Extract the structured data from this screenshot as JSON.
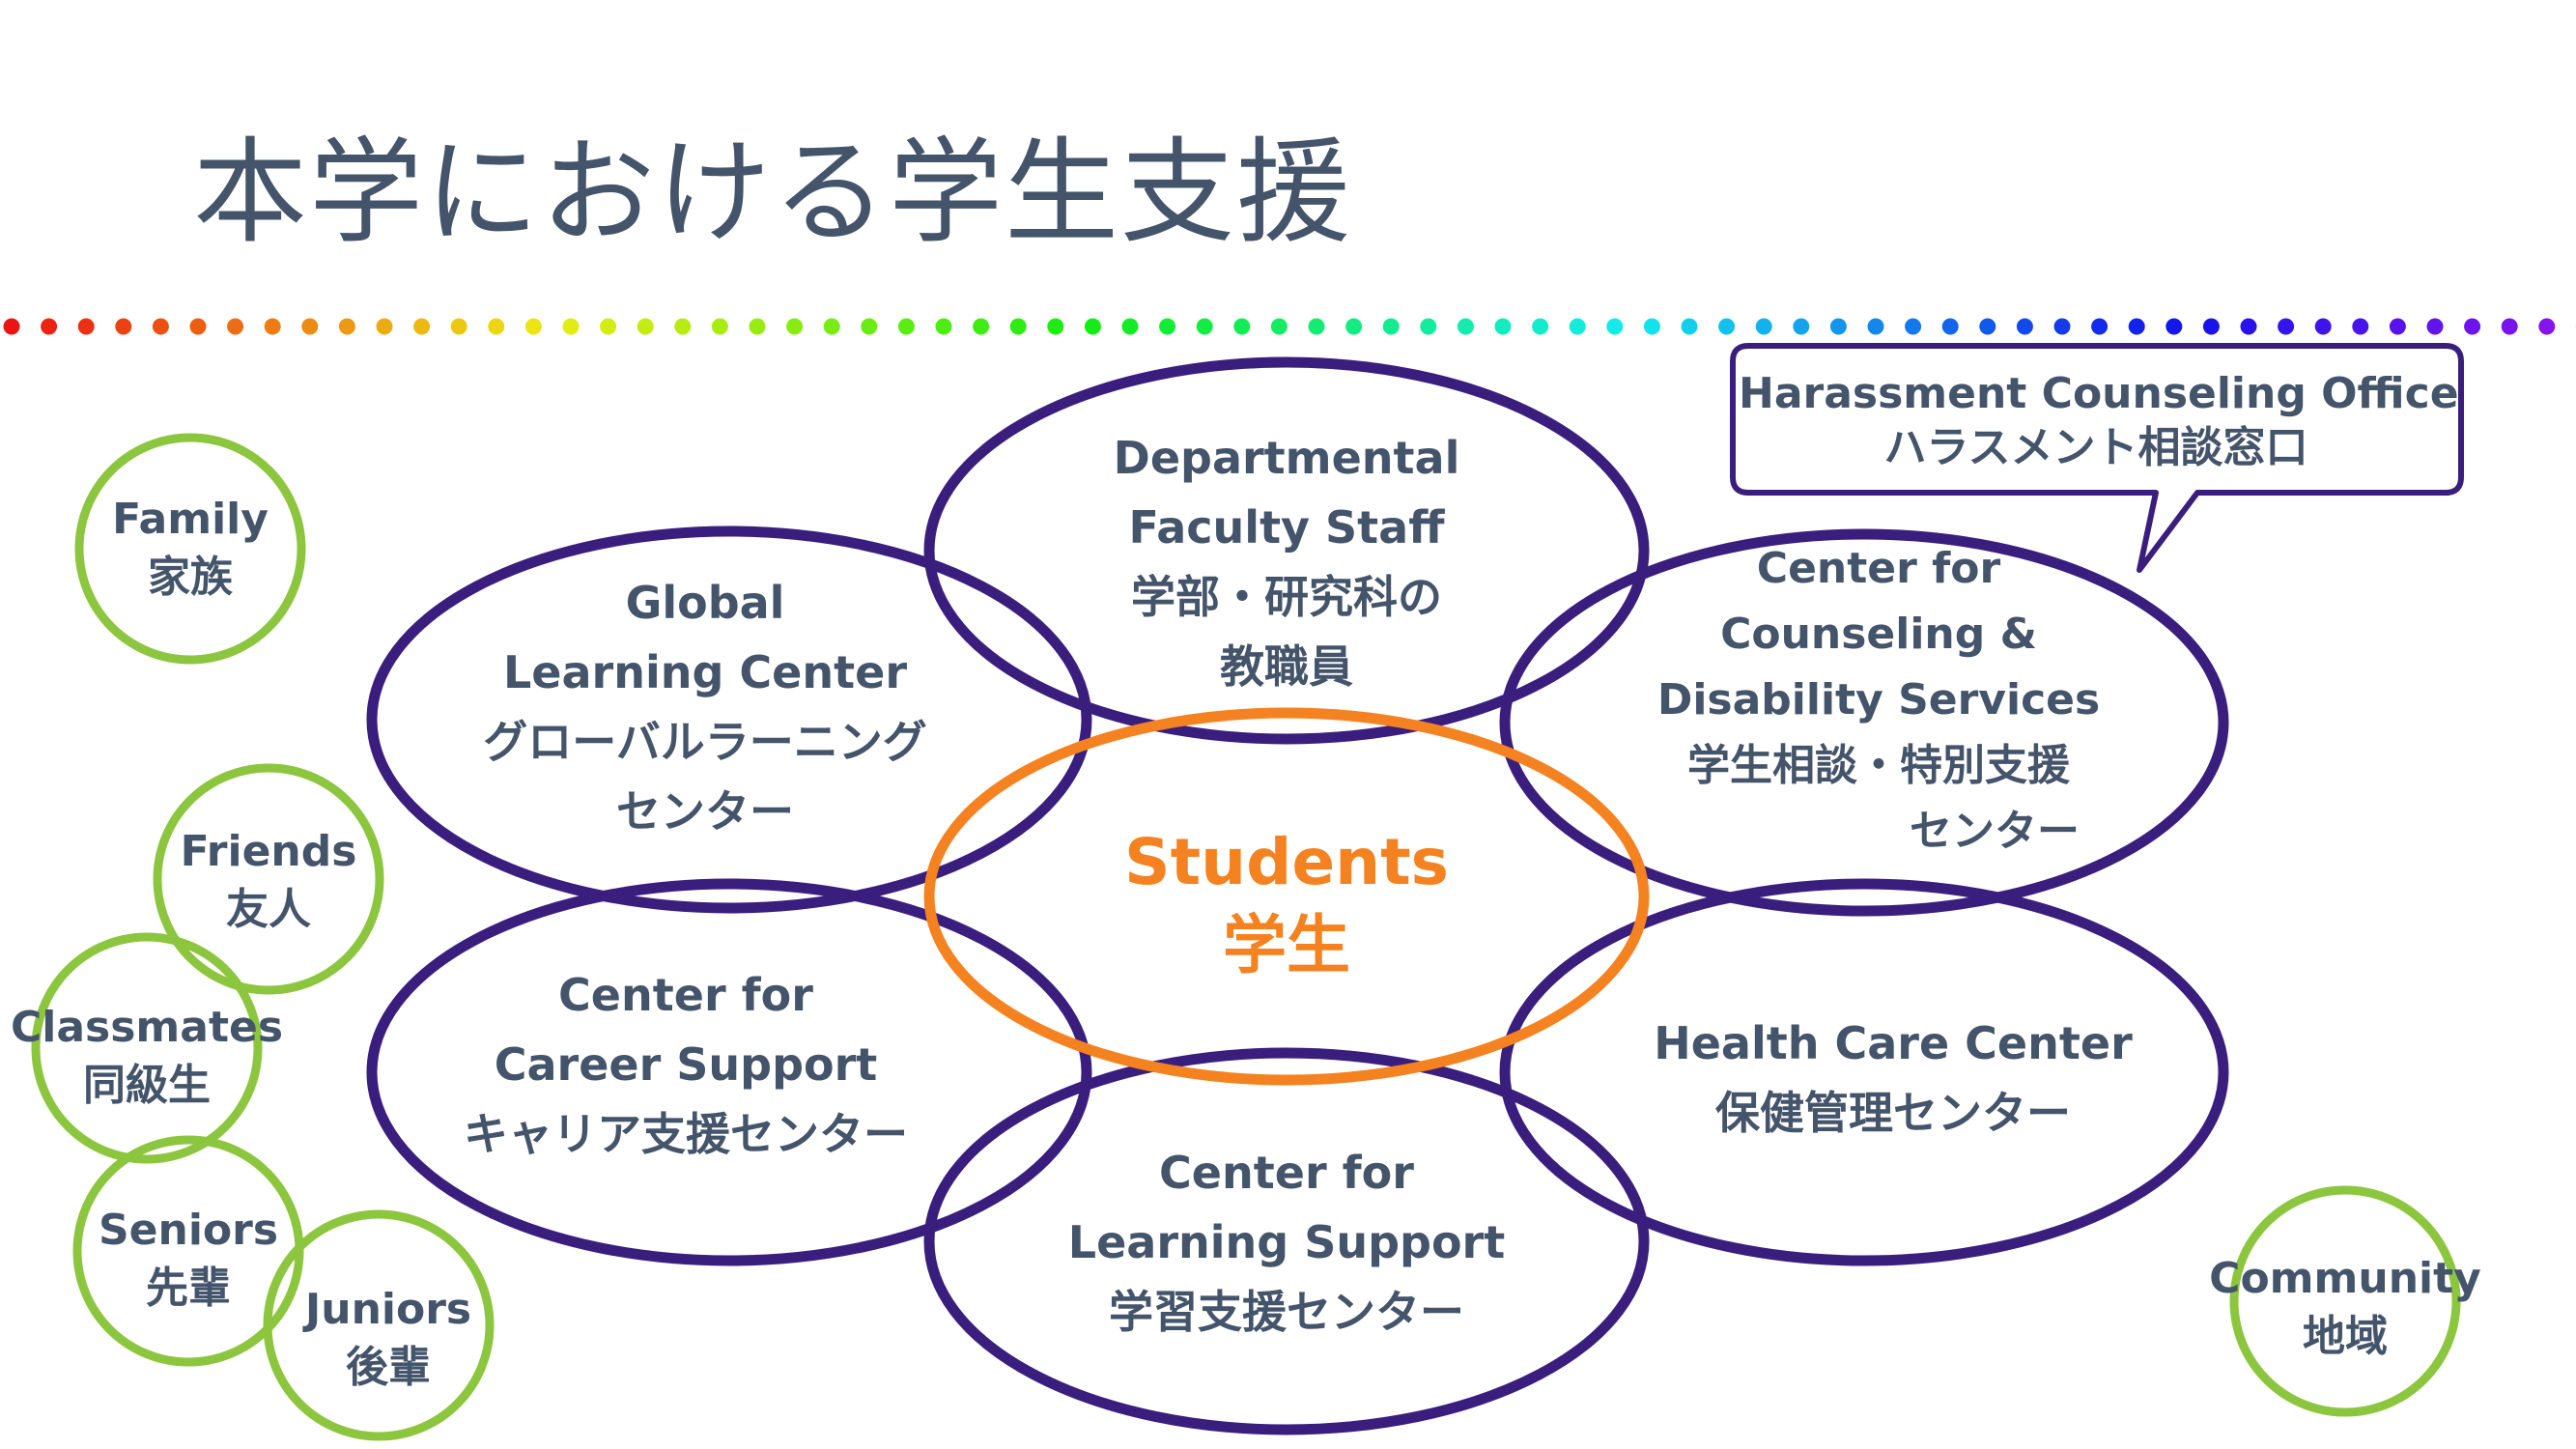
{
  "slide": {
    "title": "本学における学生支援"
  },
  "colors": {
    "ring_stroke": "#3a1e7d",
    "center_stroke": "#f58220",
    "support_stroke": "#8cc63f",
    "text": "#44546a",
    "center_text": "#f58220"
  },
  "center": {
    "en": "Students",
    "ja": "学生"
  },
  "rings": {
    "departmental": {
      "line1": "Departmental",
      "line2": "Faculty Staff",
      "line3": "学部・研究科の",
      "line4": "教職員"
    },
    "global": {
      "line1": "Global",
      "line2": "Learning Center",
      "line3": "グローバルラーニング",
      "line4": "センター"
    },
    "counseling": {
      "line1": "Center for",
      "line2": "Counseling &",
      "line3": "Disability Services",
      "line4": "学生相談・特別支援",
      "line5": "センター"
    },
    "career": {
      "line1": "Center for",
      "line2": "Career Support",
      "line3": "キャリア支援センター"
    },
    "health": {
      "line1": "Health Care Center",
      "line2": "保健管理センター"
    },
    "learning": {
      "line1": "Center for",
      "line2": "Learning Support",
      "line3": "学習支援センター"
    }
  },
  "callout": {
    "line1": "Harassment Counseling Office",
    "line2": "ハラスメント相談窓口"
  },
  "supporters": {
    "family": {
      "en": "Family",
      "ja": "家族"
    },
    "friends": {
      "en": "Friends",
      "ja": "友人"
    },
    "classmates": {
      "en": "Classmates",
      "ja": "同級生"
    },
    "seniors": {
      "en": "Seniors",
      "ja": "先輩"
    },
    "juniors": {
      "en": "Juniors",
      "ja": "後輩"
    },
    "community": {
      "en": "Community",
      "ja": "地域"
    }
  }
}
